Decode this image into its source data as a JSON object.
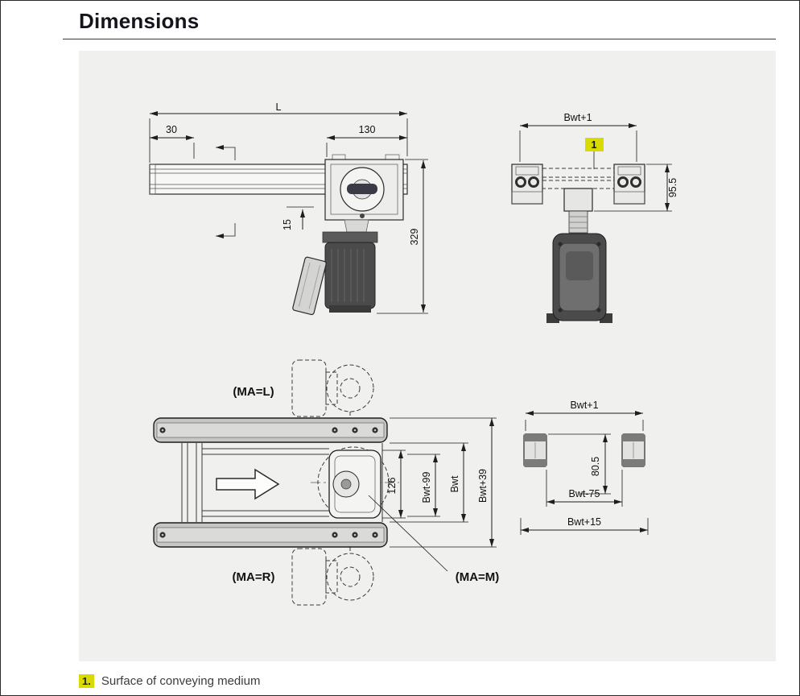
{
  "page": {
    "title": "Dimensions",
    "footnote": {
      "ref": "1.",
      "text": "Surface of conveying medium"
    }
  },
  "colors": {
    "highlight": "#d8da00",
    "panel_background": "#f0f0ee",
    "line": "#222222"
  },
  "views": {
    "side_view": {
      "dims": {
        "length": "L",
        "left_offset": "30",
        "head_width": "130",
        "surface_height": "15",
        "total_height": "329"
      }
    },
    "end_view": {
      "callout": "1",
      "dims": {
        "width_top": "Bwt+1",
        "height_right": "95.5"
      }
    },
    "top_view": {
      "labels": {
        "ma_left": "(MA=L)",
        "ma_right": "(MA=R)",
        "ma_middle": "(MA=M)"
      },
      "dims": {
        "motor_length": "126",
        "width_inner": "Bwt-99",
        "belt_width": "Bwt",
        "width_outer": "Bwt+39"
      }
    },
    "section_view": {
      "dims": {
        "width_top": "Bwt+1",
        "profile_height": "80.5",
        "width_inner": "Bwt-75",
        "width_outer": "Bwt+15"
      }
    }
  }
}
